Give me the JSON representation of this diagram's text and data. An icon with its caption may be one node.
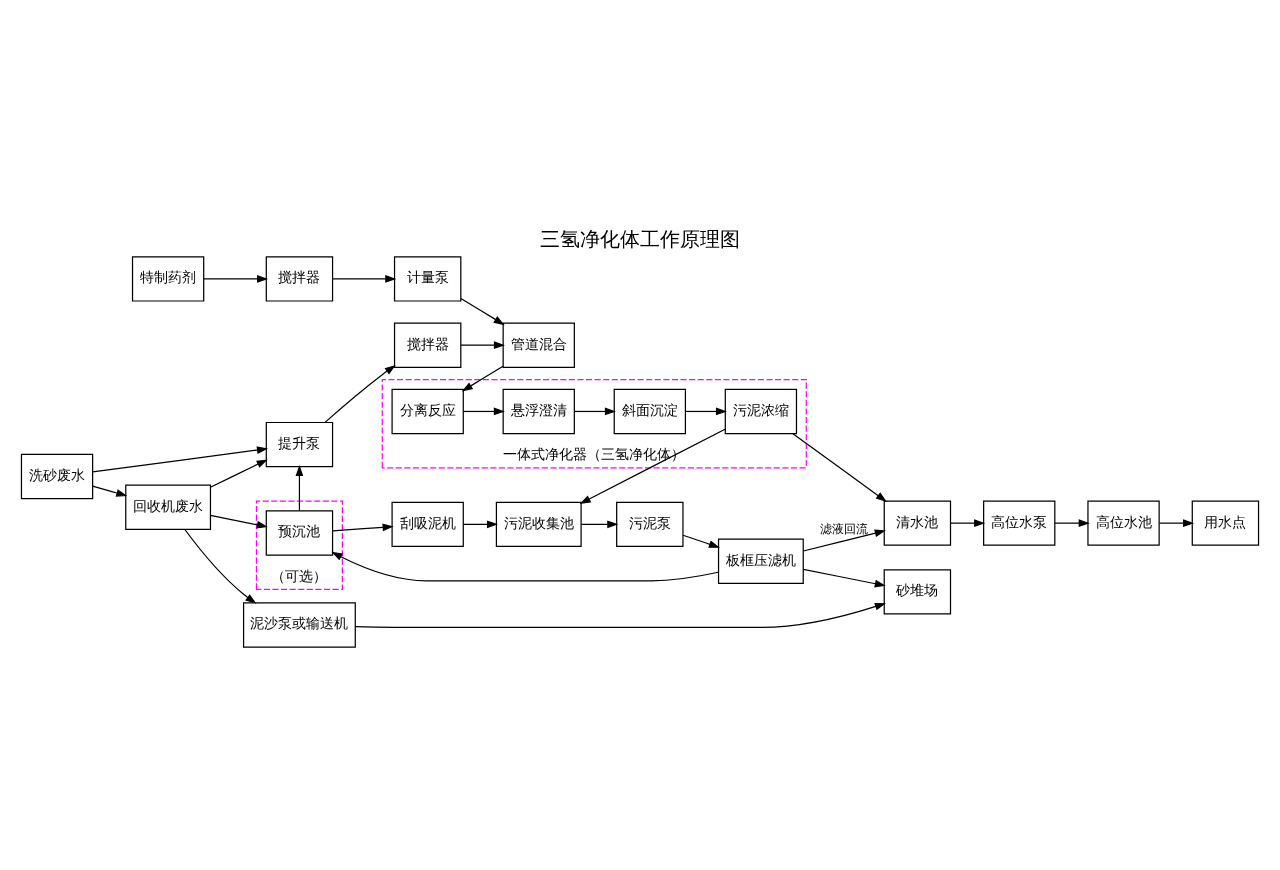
{
  "diagram": {
    "title": "三氢净化体工作原理图",
    "nodes": [
      {
        "text": [
          "特制药剂"
        ]
      },
      {
        "text": [
          "搅拌器"
        ]
      },
      {
        "text": [
          "计量泵"
        ]
      },
      {
        "text": [
          "洗砂废水"
        ]
      },
      {
        "text": [
          "回收机废水"
        ]
      },
      {
        "text": [
          "（可选）"
        ]
      },
      {
        "text": [
          "预沉池"
        ],
        "in": 5
      },
      {
        "text": [
          "提升泵"
        ]
      },
      {
        "text": [
          "搅拌器"
        ]
      },
      {
        "text": [
          "管道混合"
        ]
      },
      {
        "text": [
          "一体式净化器（三氢净化体）"
        ]
      },
      {
        "text": [
          "分离反应"
        ],
        "in": 10
      },
      {
        "text": [
          "悬浮澄清"
        ],
        "in": 10
      },
      {
        "text": [
          "斜面沉淀"
        ],
        "in": 10
      },
      {
        "text": [
          "污泥浓缩"
        ],
        "in": 10
      },
      {
        "text": [
          "清水池"
        ]
      },
      {
        "text": [
          "高位水泵"
        ]
      },
      {
        "text": [
          "泥沙泵或输送机"
        ]
      },
      {
        "text": [
          "砂堆场"
        ]
      },
      {
        "text": [
          "刮吸泥机"
        ]
      },
      {
        "text": [
          "污泥收集池"
        ]
      },
      {
        "text": [
          "污泥泵"
        ]
      },
      {
        "text": [
          "板框压滤机"
        ]
      },
      {
        "text": [
          "高位水池"
        ]
      },
      {
        "text": [
          "用水点"
        ]
      }
    ],
    "edges": [
      {
        "from": 0,
        "to": 1,
        "arrow": "to"
      },
      {
        "from": 1,
        "to": 2,
        "arrow": "to"
      },
      {
        "from": 2,
        "to": 9,
        "arrow": "to"
      },
      {
        "from": 3,
        "to": 4,
        "arrow": "to"
      },
      {
        "from": 4,
        "to": 6,
        "arrow": "to"
      },
      {
        "from": 6,
        "to": 7,
        "arrow": "to"
      },
      {
        "from": 7,
        "to": 8,
        "arrow": "to"
      },
      {
        "from": 8,
        "to": 9,
        "arrow": "to"
      },
      {
        "from": 9,
        "to": 11,
        "arrow": "to"
      },
      {
        "from": 11,
        "to": 12,
        "arrow": "to"
      },
      {
        "from": 12,
        "to": 13,
        "arrow": "to"
      },
      {
        "from": 13,
        "to": 14,
        "arrow": "to"
      },
      {
        "from": 14,
        "to": 15,
        "arrow": "to"
      },
      {
        "from": 15,
        "to": 16,
        "arrow": "to"
      },
      {
        "from": 3,
        "to": 7,
        "arrow": "to"
      },
      {
        "from": 4,
        "to": 7,
        "arrow": "to"
      },
      {
        "from": 4,
        "to": 17,
        "arrow": "to"
      },
      {
        "from": 17,
        "to": 18,
        "arrow": "to"
      },
      {
        "from": 6,
        "to": 19,
        "arrow": "to"
      },
      {
        "from": 19,
        "to": 20,
        "arrow": "to"
      },
      {
        "from": 14,
        "to": 20,
        "arrow": "to"
      },
      {
        "from": 20,
        "to": 21,
        "arrow": "to"
      },
      {
        "from": 21,
        "to": 22,
        "arrow": "to"
      },
      {
        "from": 22,
        "to": 18,
        "arrow": "to"
      },
      {
        "from": 22,
        "to": 6,
        "arrow": "to"
      },
      {
        "from": 22,
        "to": 15,
        "label": "滤液回流",
        "arrow": "to"
      },
      {
        "from": 16,
        "to": 23,
        "arrow": "to"
      },
      {
        "from": 23,
        "to": 24,
        "arrow": "to"
      }
    ]
  }
}
